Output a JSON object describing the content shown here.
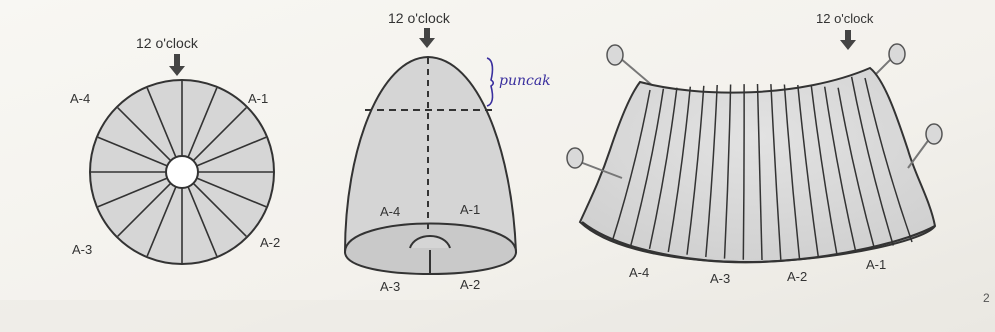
{
  "figure_1": {
    "clock_label": "12 o'clock",
    "segments": {
      "top_left": "A-4",
      "top_right": "A-1",
      "bottom_left": "A-3",
      "bottom_right": "A-2"
    }
  },
  "figure_2": {
    "clock_label": "12 o'clock",
    "handwritten_note": "puncak",
    "segments": {
      "upper_left": "A-4",
      "upper_right": "A-1",
      "lower_left": "A-3",
      "lower_right": "A-2"
    }
  },
  "figure_3": {
    "clock_label": "12 o'clock",
    "segments": [
      "A-4",
      "A-3",
      "A-2",
      "A-1"
    ]
  },
  "page_number": "2",
  "colors": {
    "paper": "#f6f4ef",
    "shading": "#d9d9d9",
    "line": "#333333",
    "handwriting": "#3a2f9e"
  }
}
